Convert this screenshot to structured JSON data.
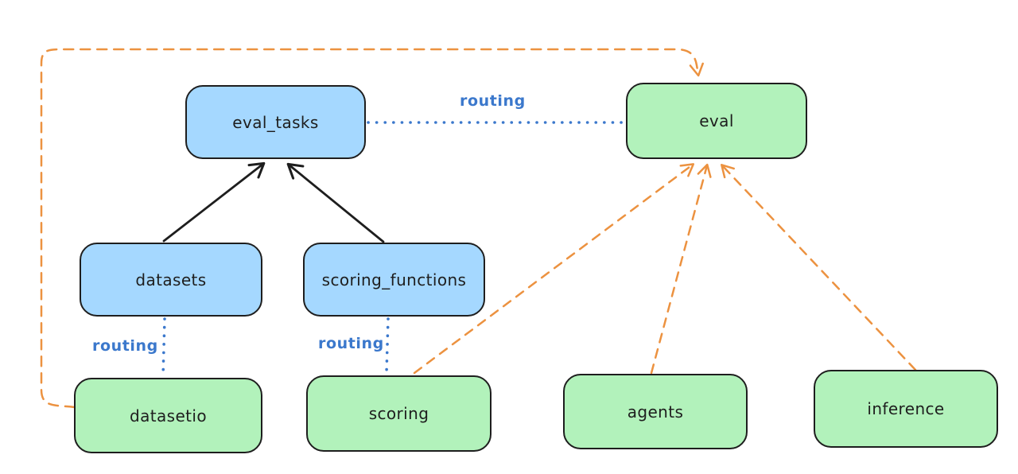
{
  "diagram": {
    "description_type": "architecture-diagram",
    "nodes": {
      "eval_tasks": {
        "label": "eval_tasks",
        "kind": "api"
      },
      "eval": {
        "label": "eval",
        "kind": "provider"
      },
      "datasets": {
        "label": "datasets",
        "kind": "api"
      },
      "scoring_functions": {
        "label": "scoring_functions",
        "kind": "api"
      },
      "datasetio": {
        "label": "datasetio",
        "kind": "provider"
      },
      "scoring": {
        "label": "scoring",
        "kind": "provider"
      },
      "agents": {
        "label": "agents",
        "kind": "provider"
      },
      "inference": {
        "label": "inference",
        "kind": "provider"
      }
    },
    "edges": [
      {
        "from": "datasets",
        "to": "eval_tasks",
        "style": "solid-black-arrow",
        "label": ""
      },
      {
        "from": "scoring_functions",
        "to": "eval_tasks",
        "style": "solid-black-arrow",
        "label": ""
      },
      {
        "from": "eval_tasks",
        "to": "eval",
        "style": "dotted-blue",
        "label": "routing"
      },
      {
        "from": "datasets",
        "to": "datasetio",
        "style": "dotted-blue",
        "label": "routing"
      },
      {
        "from": "scoring_functions",
        "to": "scoring",
        "style": "dotted-blue",
        "label": "routing"
      },
      {
        "from": "datasetio",
        "to": "eval",
        "style": "dashed-orange-arrow",
        "label": ""
      },
      {
        "from": "scoring",
        "to": "eval",
        "style": "dashed-orange-arrow",
        "label": ""
      },
      {
        "from": "agents",
        "to": "eval",
        "style": "dashed-orange-arrow",
        "label": ""
      },
      {
        "from": "inference",
        "to": "eval",
        "style": "dashed-orange-arrow",
        "label": ""
      }
    ],
    "edge_labels": {
      "eval_tasks_to_eval": "routing",
      "datasets_to_datasetio": "routing",
      "scoring_functions_to_scoring": "routing"
    },
    "colors": {
      "api_box_fill": "#a5d8ff",
      "provider_box_fill": "#b2f2bb",
      "box_stroke": "#1e1e1e",
      "black_arrow": "#1e1e1e",
      "routing_blue": "#3b78cc",
      "orange_dashed": "#ec9240",
      "background": "#ffffff"
    }
  }
}
